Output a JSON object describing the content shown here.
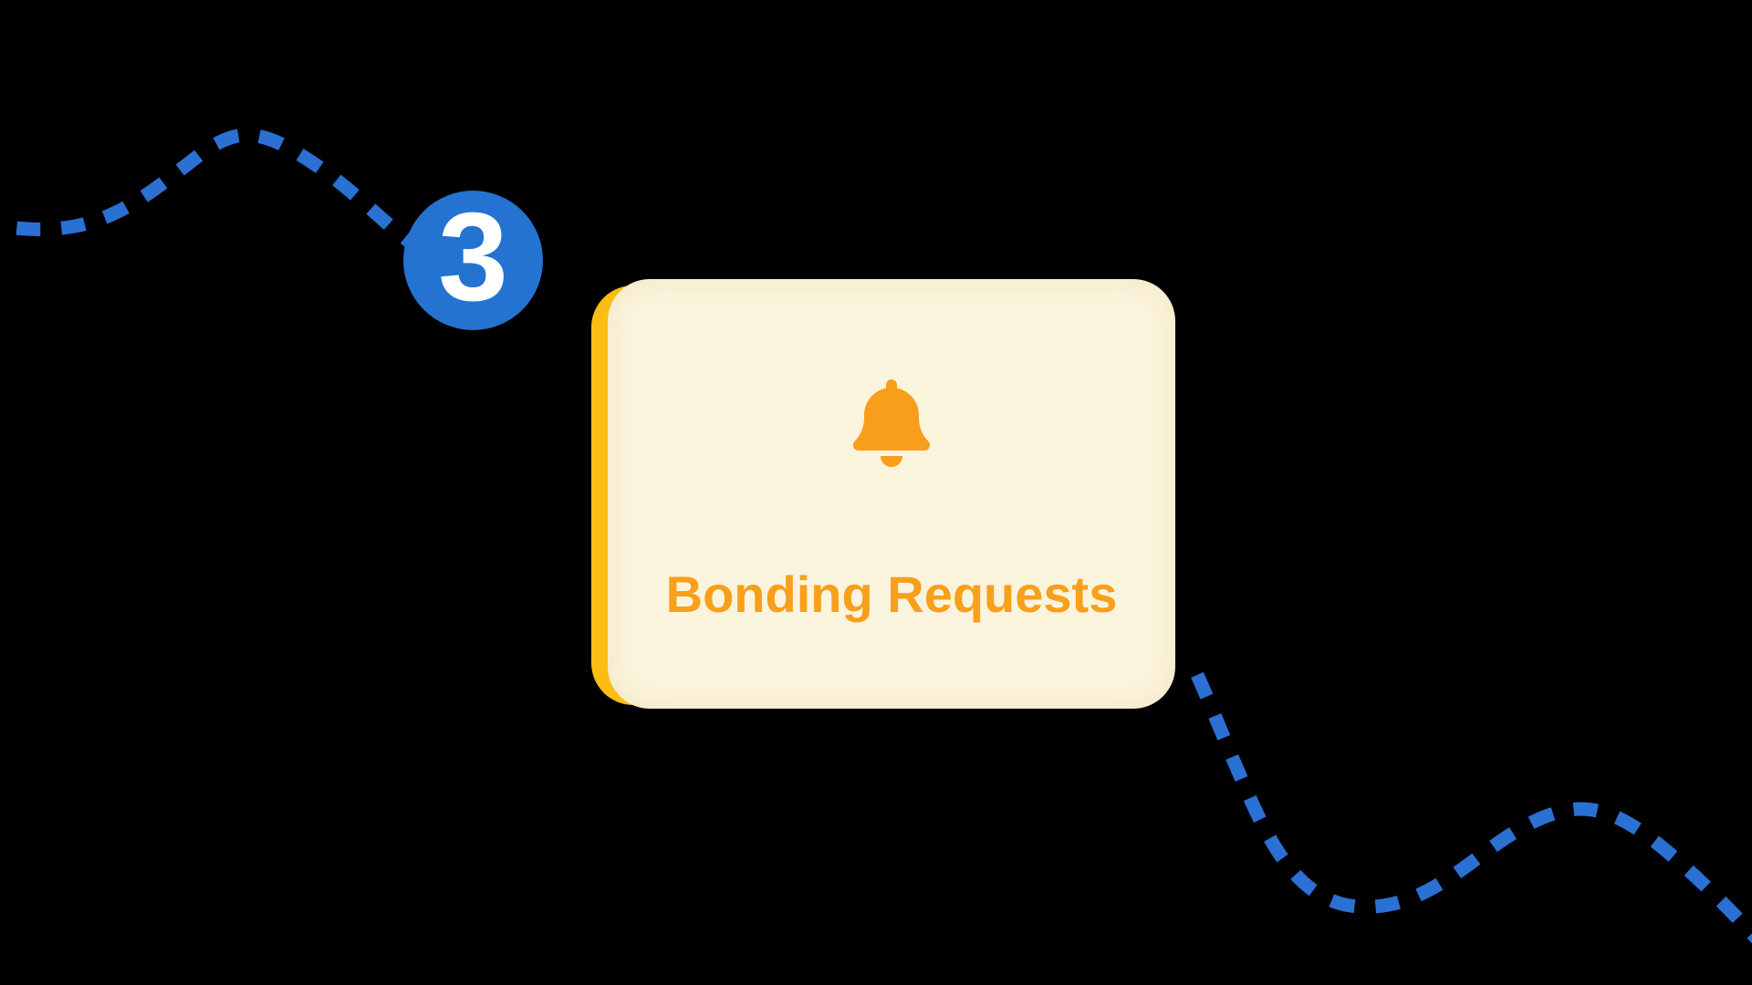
{
  "background_color": "#000000",
  "step_badge": {
    "number": "3",
    "circle_color": "#2573D0",
    "number_color": "#FFFFFF"
  },
  "card": {
    "label": "Bonding Requests",
    "icon": "bell-icon",
    "background_color": "#FBF4DC",
    "accent_edge_color": "#FCBD12",
    "icon_color": "#F99E1B",
    "label_color": "#F89F1C"
  },
  "decor": {
    "dashed_path_color": "#2B70D3",
    "dashed_path_count": 2
  }
}
